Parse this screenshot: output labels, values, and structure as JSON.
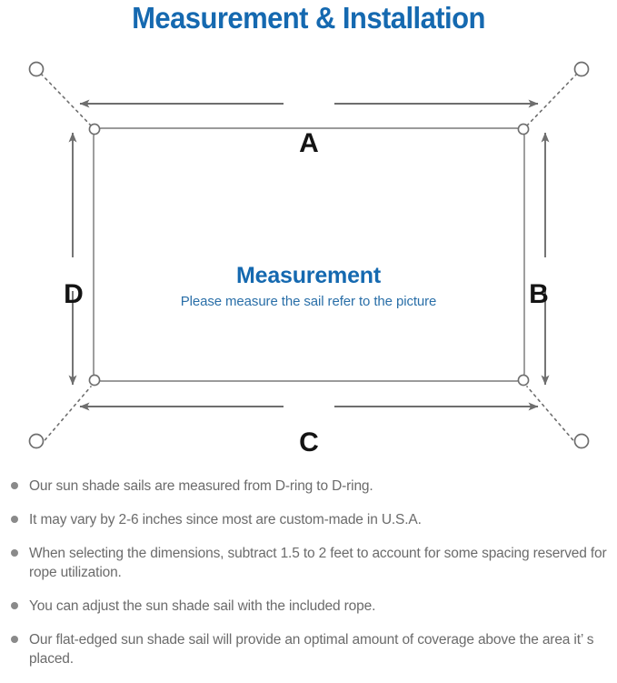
{
  "title": "Measurement & Installation",
  "diagram": {
    "center_heading": "Measurement",
    "center_subtext": "Please measure the sail refer to the picture",
    "dimensions": {
      "top": "A",
      "right": "B",
      "bottom": "C",
      "left": "D"
    },
    "colors": {
      "title_blue": "#1569b0",
      "subtext_blue": "#2a6fa8",
      "line_gray": "#6e6e6e",
      "sail_edge_gray": "#8d8d8d",
      "letter_black": "#141414",
      "note_gray": "#6b6b6b",
      "bullet_gray": "#8a8a8a"
    },
    "anchor_label": "anchor-point-circle",
    "dring_label": "d-ring"
  },
  "notes": [
    "Our sun shade sails are measured from D-ring to D-ring.",
    "It may vary by 2-6 inches since most are custom-made in U.S.A.",
    "When selecting the dimensions, subtract 1.5 to 2 feet to account for some spacing reserved for rope utilization.",
    "You can adjust the sun shade sail with the included rope.",
    "Our flat-edged sun shade sail will provide an optimal amount of coverage above the area it’ s placed."
  ]
}
